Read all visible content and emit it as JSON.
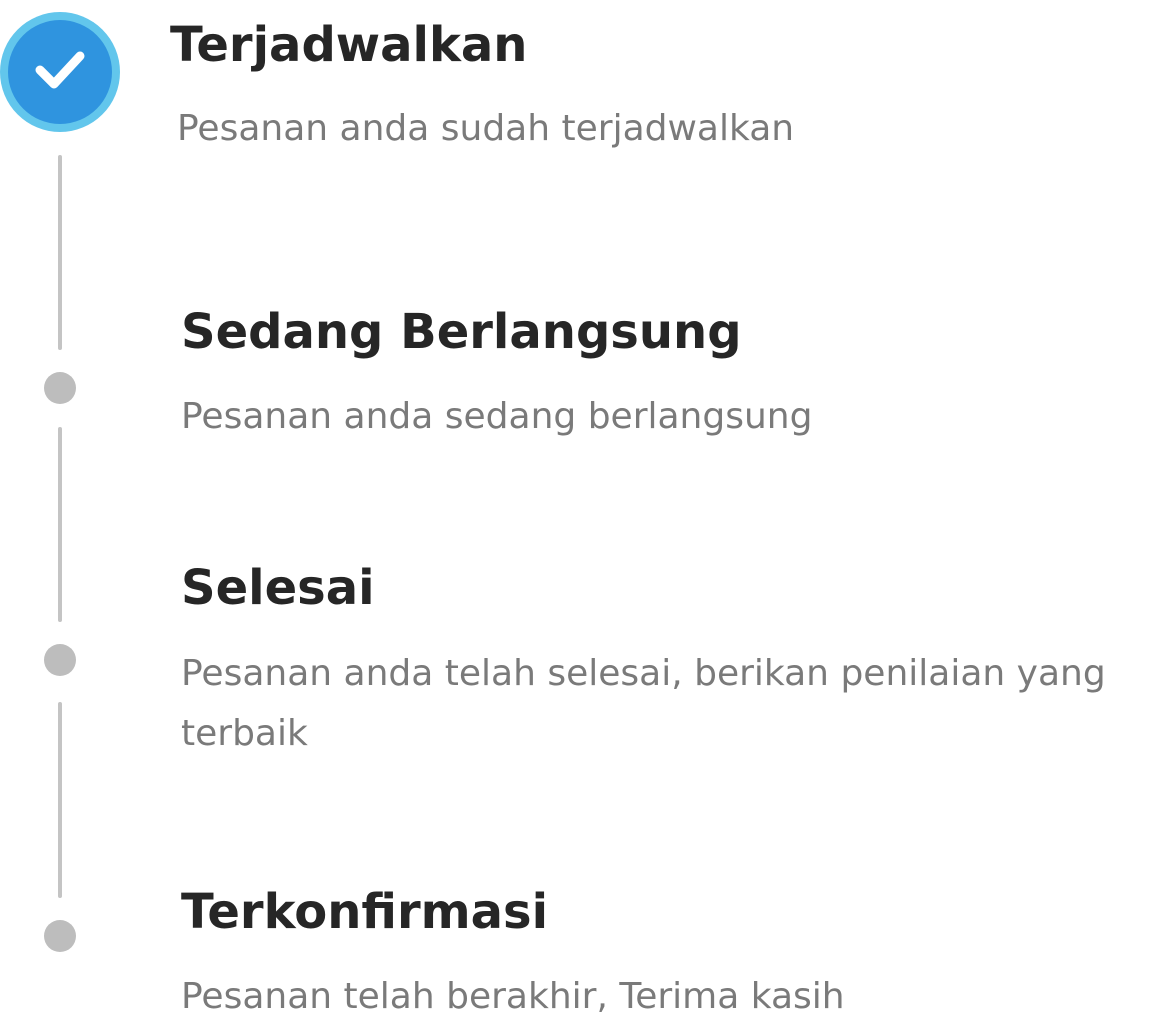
{
  "steps": [
    {
      "status": "completed",
      "icon": "check-icon",
      "title": "Terjadwalkan",
      "description": "Pesanan anda sudah terjadwalkan"
    },
    {
      "status": "pending",
      "icon": "dot-icon",
      "title": "Sedang Berlangsung",
      "description": "Pesanan anda sedang berlangsung"
    },
    {
      "status": "pending",
      "icon": "dot-icon",
      "title": "Selesai",
      "description": "Pesanan anda telah selesai, berikan penilaian yang terbaik"
    },
    {
      "status": "pending",
      "icon": "dot-icon",
      "title": "Terkonfirmasi",
      "description": "Pesanan telah berakhir, Terima kasih"
    }
  ],
  "colors": {
    "active_fill": "#2f94df",
    "active_ring": "#62c6ec",
    "inactive_dot": "#bdbdbd",
    "connector": "#c4c4c4",
    "title_text": "#262626",
    "description_text": "#7a7a7a"
  }
}
